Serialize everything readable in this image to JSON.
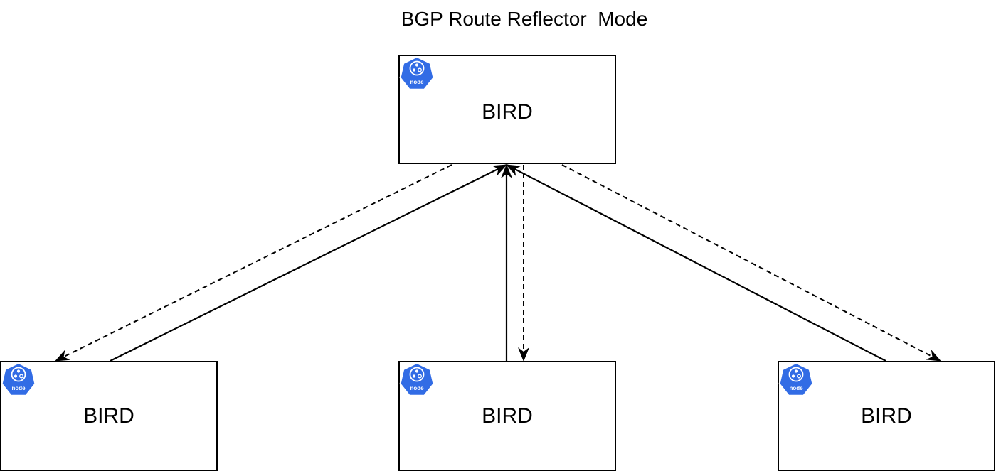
{
  "diagram": {
    "title": "BGP Route Reflector  Mode",
    "colors": {
      "stroke": "#000000",
      "icon_fill": "#326CE5",
      "icon_text": "#ffffff"
    },
    "nodes": [
      {
        "id": "reflector",
        "label": "BIRD",
        "icon": "kubernetes-node-icon",
        "icon_text": "node"
      },
      {
        "id": "client-left",
        "label": "BIRD",
        "icon": "kubernetes-node-icon",
        "icon_text": "node"
      },
      {
        "id": "client-middle",
        "label": "BIRD",
        "icon": "kubernetes-node-icon",
        "icon_text": "node"
      },
      {
        "id": "client-right",
        "label": "BIRD",
        "icon": "kubernetes-node-icon",
        "icon_text": "node"
      }
    ],
    "edges": [
      {
        "from": "client-left",
        "to": "reflector",
        "style": "solid"
      },
      {
        "from": "reflector",
        "to": "client-left",
        "style": "dashed"
      },
      {
        "from": "client-middle",
        "to": "reflector",
        "style": "solid"
      },
      {
        "from": "reflector",
        "to": "client-middle",
        "style": "dashed"
      },
      {
        "from": "client-right",
        "to": "reflector",
        "style": "solid"
      },
      {
        "from": "reflector",
        "to": "client-right",
        "style": "dashed"
      }
    ]
  }
}
